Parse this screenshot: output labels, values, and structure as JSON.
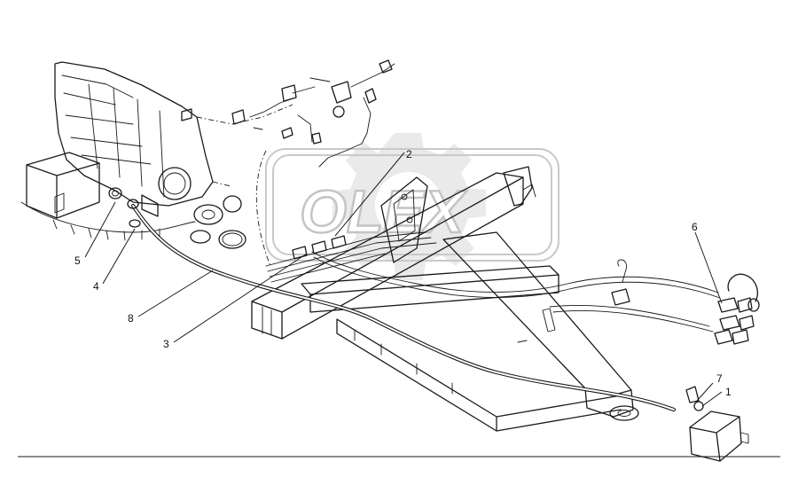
{
  "watermark": {
    "text": "OLEX"
  },
  "callouts": [
    {
      "id": "1",
      "label": "1"
    },
    {
      "id": "2",
      "label": "2"
    },
    {
      "id": "3",
      "label": "3"
    },
    {
      "id": "4",
      "label": "4"
    },
    {
      "id": "5",
      "label": "5"
    },
    {
      "id": "6",
      "label": "6"
    },
    {
      "id": "7",
      "label": "7"
    },
    {
      "id": "8",
      "label": "8"
    }
  ],
  "colors": {
    "line": "#1a1a1a",
    "watermark": "#c9c9c9",
    "background": "#ffffff"
  }
}
